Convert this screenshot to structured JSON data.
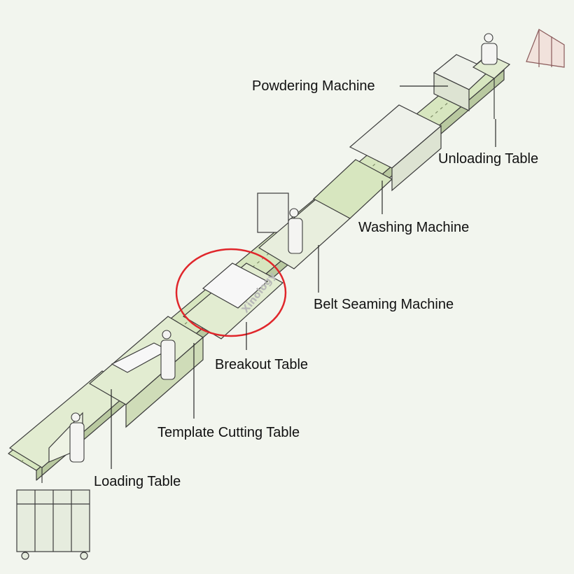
{
  "labels": {
    "powdering": "Powdering Machine",
    "unloading": "Unloading Table",
    "washing": "Washing Machine",
    "belt_seaming": "Belt Seaming Machine",
    "breakout": "Breakout Table",
    "template_cutting": "Template Cutting Table",
    "loading": "Loading Table"
  },
  "watermark": "Xinology",
  "colors": {
    "background": "#000000",
    "panel": "#f2f5ee",
    "bed": "#d7e6bf",
    "highlight_circle": "#e0262b",
    "leader": "#2a2a2a"
  }
}
